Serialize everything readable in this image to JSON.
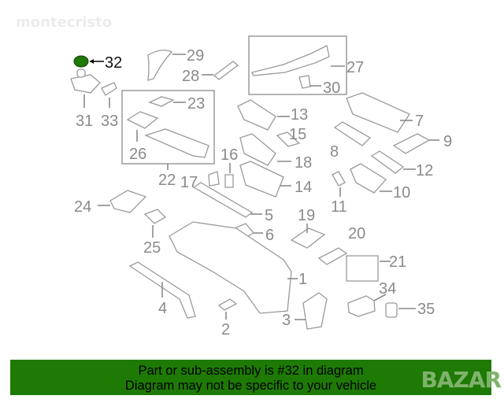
{
  "watermark": "montecristo",
  "banner": {
    "line1": "Part or sub-assembly is #32 in diagram",
    "line2": "Diagram may not be specific to your vehicle"
  },
  "logo": "BAZAR",
  "highlight_color": "#1e7a05",
  "labels": {
    "p1": "1",
    "p2": "2",
    "p3": "3",
    "p4": "4",
    "p5": "5",
    "p6": "6",
    "p7": "7",
    "p8": "8",
    "p9": "9",
    "p10": "10",
    "p11": "11",
    "p12": "12",
    "p13": "13",
    "p14": "14",
    "p15": "15",
    "p16": "16",
    "p17": "17",
    "p18": "18",
    "p19": "19",
    "p20": "20",
    "p21": "21",
    "p22": "22",
    "p23": "23",
    "p24": "24",
    "p25": "25",
    "p26": "26",
    "p27": "27",
    "p28": "28",
    "p29": "29",
    "p30": "30",
    "p31": "31",
    "p32": "32",
    "p33": "33",
    "p34": "34",
    "p35": "35"
  }
}
